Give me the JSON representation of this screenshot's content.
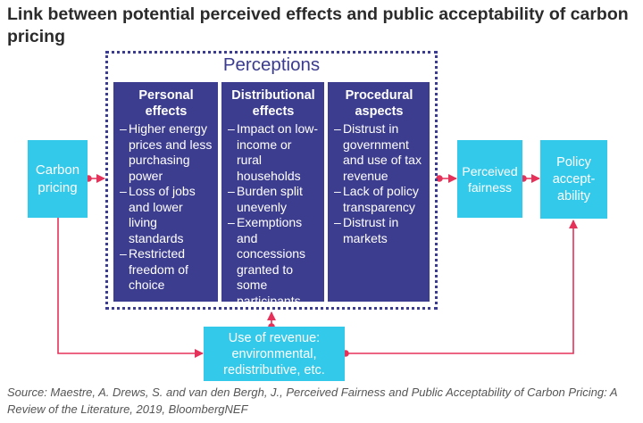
{
  "title": "Link between potential perceived effects and public acceptability of carbon pricing",
  "perceptions": {
    "label": "Perceptions",
    "columns": [
      {
        "heading": "Personal\neffects",
        "items": [
          "Higher energy prices and less purchasing power",
          "Loss of jobs and lower living standards",
          "Restricted freedom of choice"
        ]
      },
      {
        "heading": "Distributional\neffects",
        "items": [
          "Impact on low-income or rural households",
          "Burden split unevenly",
          "Exemptions and concessions granted to some participants"
        ]
      },
      {
        "heading": "Procedural\naspects",
        "items": [
          "Distrust in government and use of tax revenue",
          "Lack of policy transparency",
          "Distrust in markets"
        ]
      }
    ]
  },
  "boxes": {
    "carbon_pricing": "Carbon\npricing",
    "perceived_fairness": "Perceived\nfairness",
    "policy_acceptability": "Policy\naccept-\nability",
    "use_of_revenue": "Use of revenue:\nenvironmental,\nredistributive, etc."
  },
  "source": "Source: Maestre, A. Drews, S. and van den Bergh, J., Perceived Fairness and Public Acceptability of Carbon Pricing: A Review of the Literature, 2019, BloombergNEF",
  "colors": {
    "perception_fill": "#3d3d8f",
    "box_fill": "#33c9ea",
    "connector": "#e5325a",
    "frame": "#3b3b8f"
  }
}
